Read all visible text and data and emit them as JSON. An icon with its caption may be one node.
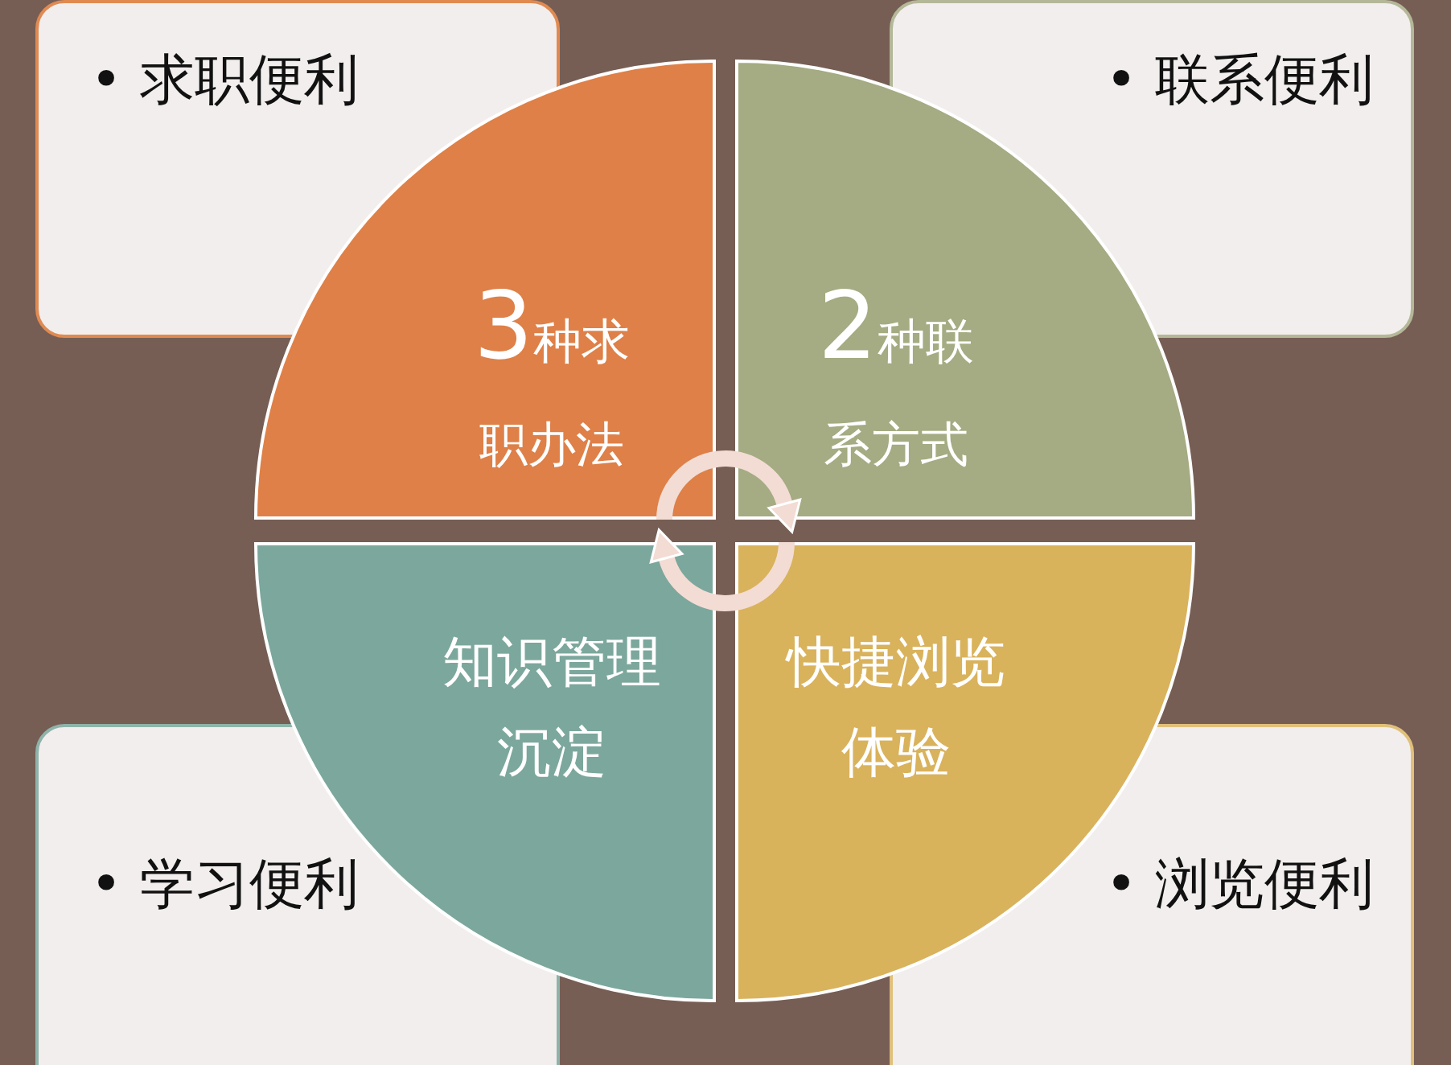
{
  "diagram": {
    "nodes": [
      {
        "text": [
          "• 求职便利"
        ]
      },
      {
        "text": [
          "• 联系便利"
        ]
      },
      {
        "text": [
          "3种求职办法"
        ]
      },
      {
        "text": [
          "2种联系方式"
        ]
      },
      {
        "text": [
          "知识管理沉淀"
        ]
      },
      {
        "text": [
          "快捷浏览体验"
        ]
      },
      {
        "text": [
          "• 学习便利"
        ]
      },
      {
        "text": [
          "• 浏览便利"
        ]
      }
    ],
    "edges": [
      {
        "from": 2,
        "to": 3,
        "arrow": "to"
      },
      {
        "from": 5,
        "to": 4,
        "arrow": "to"
      }
    ]
  }
}
